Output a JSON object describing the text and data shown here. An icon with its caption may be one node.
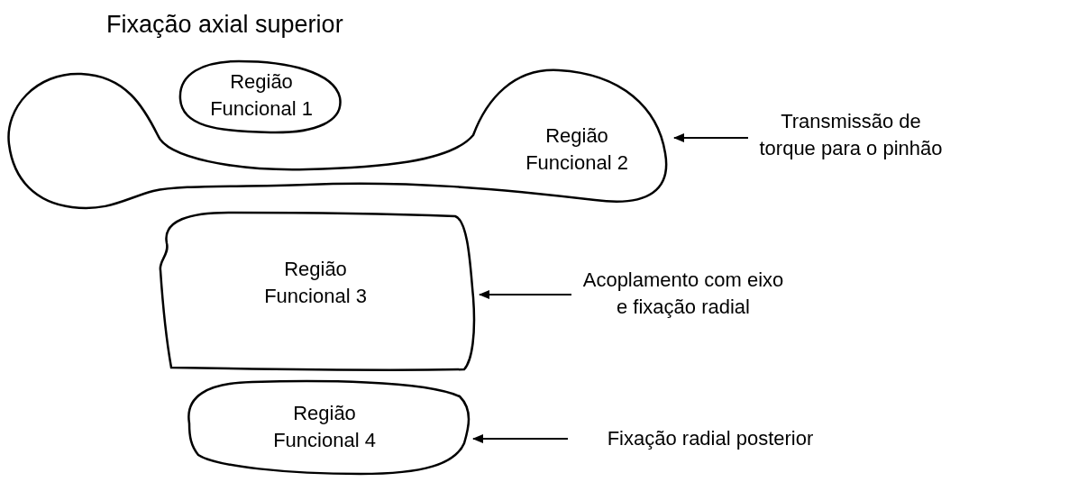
{
  "diagram": {
    "title": "Fixação axial superior",
    "nodes": [
      {
        "text": [
          "Região Funcional 1"
        ]
      },
      {
        "text": [
          "Região Funcional 2"
        ]
      },
      {
        "text": [
          "Região Funcional 3"
        ]
      },
      {
        "text": [
          "Região Funcional 4"
        ]
      },
      {
        "text": [
          "Transmissão de torque para o pinhão"
        ]
      },
      {
        "text": [
          "Acoplamento com eixo e fixação radial"
        ]
      },
      {
        "text": [
          "Fixação radial posterior"
        ]
      }
    ],
    "edges": [
      {
        "from": 4,
        "to": 1,
        "arrow": "to"
      },
      {
        "from": 5,
        "to": 2,
        "arrow": "to"
      },
      {
        "from": 6,
        "to": 3,
        "arrow": "to"
      }
    ]
  }
}
